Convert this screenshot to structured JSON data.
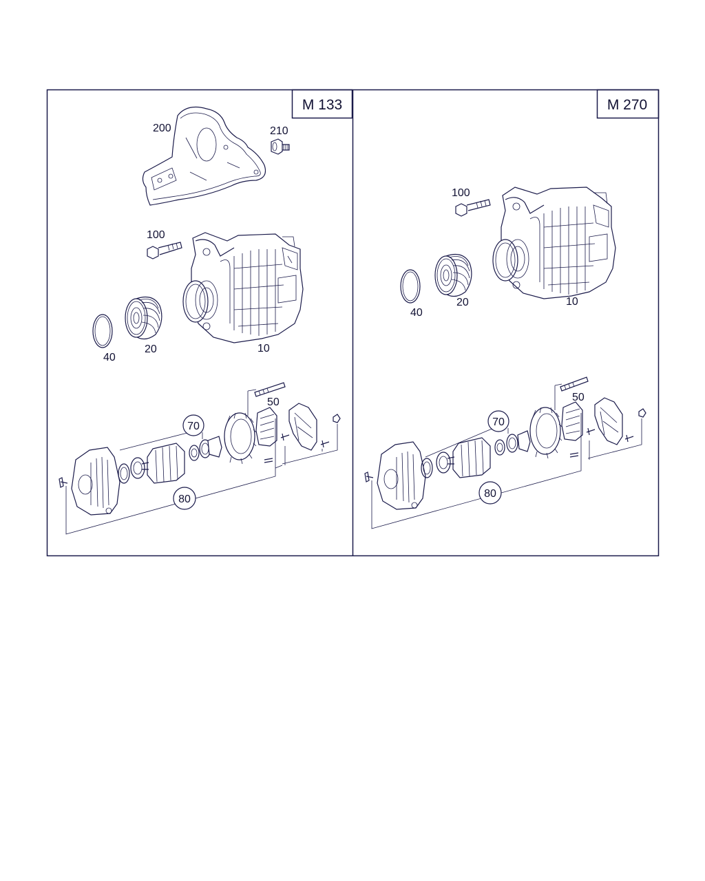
{
  "panels": [
    {
      "id": "left",
      "engine": "M 133",
      "callouts": [
        "200",
        "210",
        "100",
        "40",
        "20",
        "10",
        "50",
        "70",
        "80"
      ]
    },
    {
      "id": "right",
      "engine": "M 270",
      "callouts": [
        "100",
        "40",
        "20",
        "10",
        "50",
        "70",
        "80"
      ]
    }
  ],
  "colors": {
    "line": "#1a1a4a",
    "text": "#111133",
    "background": "#ffffff"
  }
}
